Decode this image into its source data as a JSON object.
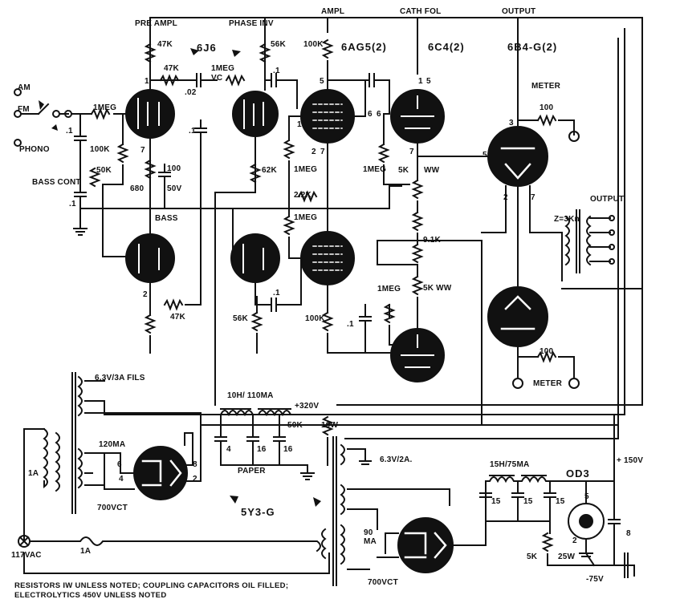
{
  "sections": {
    "pre_ampl": "PRE AMPL",
    "phase_inv": "PHASE INV",
    "ampl": "AMPL",
    "cath_fol": "CATH FOL",
    "output": "OUTPUT"
  },
  "tubes": {
    "t1": "6J6",
    "t2": "6AG5(2)",
    "t3": "6C4(2)",
    "t4": "6B4-G(2)",
    "rect1": "5Y3-G",
    "reg": "OD3"
  },
  "inputs": {
    "am": "AM",
    "fm": "FM",
    "phono": "PHONO"
  },
  "labels": {
    "meter_top": "METER",
    "meter_bottom": "METER",
    "output_xfmr": "OUTPUT",
    "z": "Z=3Kn",
    "bass": "BASS",
    "bass_cont": "BASS CONT",
    "fils": "6.3V/3A FILS",
    "fils2": "6.3V/2A.",
    "ma120": "120MA",
    "ct700a": "700VCT",
    "ct700b": "700VCT",
    "choke1": "10H/ 110MA",
    "choke2": "15H/75MA",
    "paper": "PAPER",
    "v320": "+320V",
    "v150": "+ 150V",
    "vneg75": "-75V",
    "ac": "117VAC",
    "fuse1": "1A",
    "fuse2": "1A",
    "ma90_a": "90",
    "ma90_b": "MA"
  },
  "components": {
    "r47k_a": "47K",
    "r47k_b": "47K",
    "r1meg_a": "1MEG",
    "r1meg_vc": "1MEG",
    "vc": "VC",
    "c02": ".02",
    "c1_a": ".1",
    "c1_b": ".1",
    "c1_c": ".1",
    "c1_d": ".1",
    "c1_e": ".1",
    "c1_f": ".1",
    "r56k_a": "56K",
    "r56k_b": "56K",
    "r62k": "62K",
    "r100k_a": "100K",
    "r100k_b": "100K",
    "r100k_c": "100K",
    "r50k": "50K",
    "r680": "680",
    "c100": "100",
    "v50": "50V",
    "r47k_c": "47K",
    "r1meg_b": "1MEG",
    "r2k2": "2.2K",
    "r1meg_c": "1MEG",
    "r1meg_d": "1MEG",
    "r1meg_e": "1MEG",
    "r5kww": "5K",
    "ww": "WW",
    "r9k1": "9.1K",
    "r5kww_b": "5K WW",
    "r100_a": "100",
    "r100_b": "100",
    "r50k10w": "50K",
    "w10": "10W",
    "c4": "4",
    "c16a": "16",
    "c16b": "16",
    "c15a": "15",
    "c15b": "15",
    "c15c": "15",
    "r5k25w_a": "5K",
    "r5k25w_b": "25W",
    "c8": "8"
  },
  "pins": {
    "p6a": "6",
    "p1a": "1",
    "p7a": "7",
    "p5a": "5",
    "p2a": "2",
    "p5b": "5",
    "p1b": "1",
    "p6b": "6",
    "p6c": "6",
    "p2b": "2",
    "p7b": "7",
    "p1c": "1",
    "p5c": "5",
    "p7c": "7",
    "p3": "3",
    "p5d": "5",
    "p2d": "2",
    "p7d": "7",
    "p6r": "6",
    "p4r": "4",
    "p8r": "8",
    "p2r": "2",
    "p5o": "5",
    "p2o": "2"
  },
  "notes": {
    "line1": "RESISTORS IW UNLESS NOTED;   COUPLING CAPACITORS OIL FILLED;",
    "line2": "ELECTROLYTICS 450V UNLESS NOTED"
  }
}
